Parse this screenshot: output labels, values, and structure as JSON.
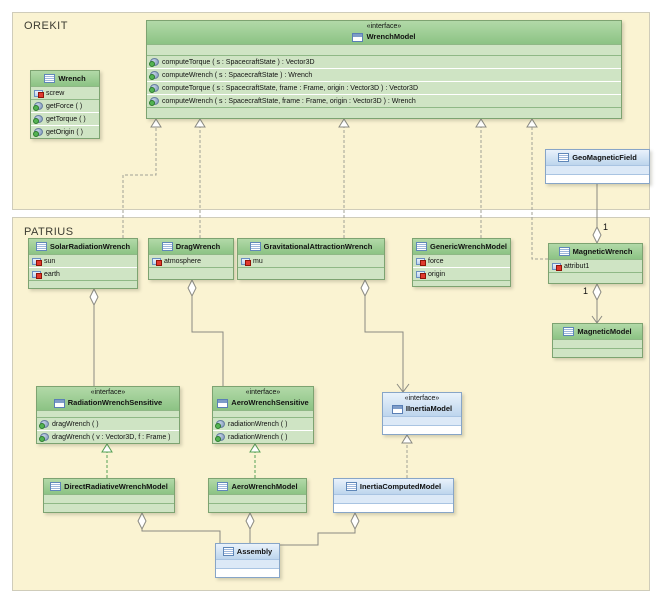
{
  "packages": {
    "orekit": "OREKIT",
    "patrius": "PATRIUS"
  },
  "classes": {
    "wrench_model": {
      "stereotype": "«interface»",
      "name": "WrenchModel",
      "methods": [
        "computeTorque ( s : SpacecraftState ) : Vector3D",
        "computeWrench ( s : SpacecraftState ) : Wrench",
        "computeTorque ( s : SpacecraftState, frame : Frame, origin : Vector3D ) : Vector3D",
        "computeWrench ( s : SpacecraftState, frame : Frame, origin : Vector3D ) : Wrench"
      ]
    },
    "wrench": {
      "name": "Wrench",
      "attributes": [
        "screw"
      ],
      "methods": [
        "getForce ( )",
        "getTorque ( )",
        "getOrigin ( )"
      ]
    },
    "geo_magnetic_field": {
      "name": "GeoMagneticField"
    },
    "solar_radiation_wrench": {
      "name": "SolarRadiationWrench",
      "attributes": [
        "sun",
        "earth"
      ]
    },
    "drag_wrench": {
      "name": "DragWrench",
      "attributes": [
        "atmosphere"
      ]
    },
    "gravitational_attraction_wrench": {
      "name": "GravitationalAttractionWrench",
      "attributes": [
        "mu"
      ]
    },
    "generic_wrench_model": {
      "name": "GenericWrenchModel",
      "attributes": [
        "force",
        "origin"
      ]
    },
    "magnetic_wrench": {
      "name": "MagneticWrench",
      "attributes": [
        "attribut1"
      ]
    },
    "magnetic_model": {
      "name": "MagneticModel"
    },
    "radiation_wrench_sensitive": {
      "stereotype": "«interface»",
      "name": "RadiationWrenchSensitive",
      "methods": [
        "dragWrench ( )",
        "dragWrench ( v : Vector3D, f : Frame )"
      ]
    },
    "aero_wrench_sensitive": {
      "stereotype": "«interface»",
      "name": "AeroWrenchSensitive",
      "methods": [
        "radiationWrench ( )",
        "radiationWrench ( )"
      ]
    },
    "i_inertia_model": {
      "stereotype": "«interface»",
      "name": "IInertiaModel"
    },
    "direct_radiative_wrench_model": {
      "name": "DirectRadiativeWrenchModel"
    },
    "aero_wrench_model": {
      "name": "AeroWrenchModel"
    },
    "inertia_computed_model": {
      "name": "InertiaComputedModel"
    },
    "assembly": {
      "name": "Assembly"
    }
  },
  "multiplicities": {
    "geo_to_magnetic": "1",
    "magnetic_to_model": "1"
  },
  "colors": {
    "package_fill": "#faf3d2",
    "green_header": "#8cc384",
    "green_body": "#cfe4c4",
    "blue_header": "#bdd5ed",
    "realization_gray": "#a0a096",
    "realization_green": "#55a055",
    "association_gray": "#8a8a82"
  }
}
